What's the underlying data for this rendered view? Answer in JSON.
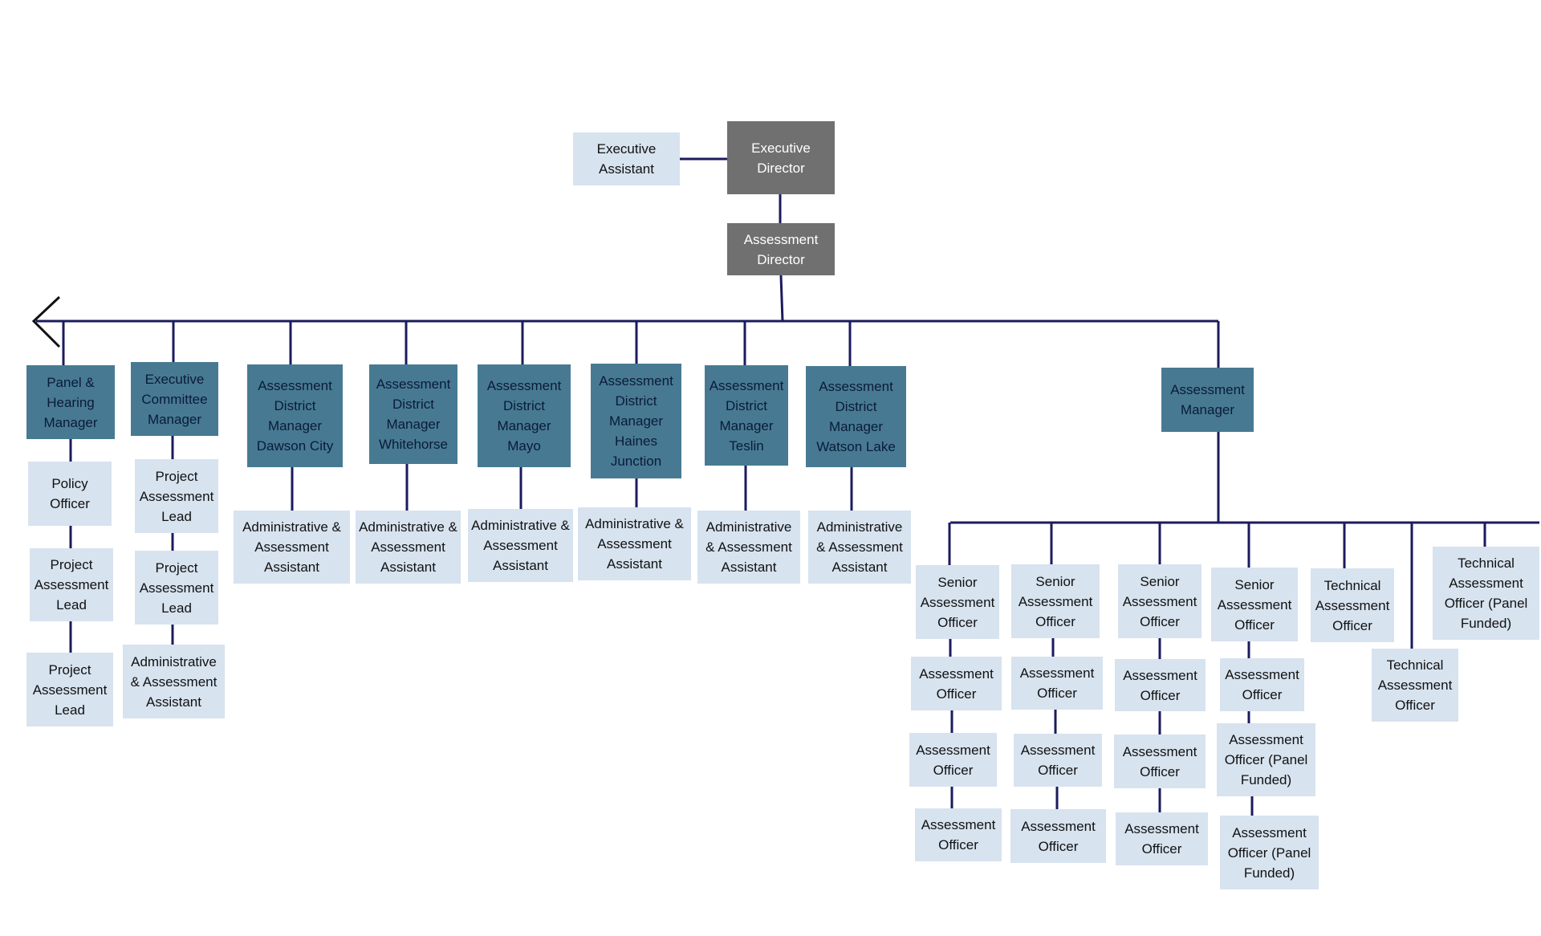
{
  "colors": {
    "line": "#1b1b5e",
    "gray_box": "#707070",
    "teal_box": "#477a92",
    "light_box": "#d7e3ef"
  },
  "icons": {
    "left_arrow": "chevron-left-icon"
  },
  "roles": {
    "executive_director": "Executive Director",
    "executive_assistant": "Executive Assistant",
    "assessment_director": "Assessment Director",
    "panel_hearing_manager": "Panel & Hearing Manager",
    "policy_officer": "Policy Officer",
    "pal_col1_a": "Project Assessment Lead",
    "pal_col1_b": "Project Assessment Lead",
    "executive_committee_manager": "Executive Committee Manager",
    "pal_col2_a": "Project Assessment Lead",
    "pal_col2_b": "Project Assessment Lead",
    "aaa_col2": "Administrative & Assessment Assistant",
    "adm_dawson_city": "Assessment District Manager Dawson City",
    "adm_whitehorse": "Assessment District Manager Whitehorse",
    "adm_mayo": "Assessment District Manager Mayo",
    "adm_haines_junction": "Assessment District Manager Haines Junction",
    "adm_teslin": "Assessment District Manager Teslin",
    "adm_watson_lake": "Assessment District Manager Watson Lake",
    "aaa_dawson_city": "Administrative & Assessment Assistant",
    "aaa_whitehorse": "Administrative & Assessment Assistant",
    "aaa_mayo": "Administrative & Assessment Assistant",
    "aaa_haines_junction": "Administrative & Assessment Assistant",
    "aaa_teslin": "Administrative & Assessment Assistant",
    "aaa_watson_lake": "Administrative & Assessment Assistant",
    "assessment_manager": "Assessment Manager",
    "sao_1": "Senior Assessment Officer",
    "sao_2": "Senior Assessment Officer",
    "sao_3": "Senior Assessment Officer",
    "sao_4": "Senior Assessment Officer",
    "ao_1a": "Assessment Officer",
    "ao_1b": "Assessment Officer",
    "ao_1c": "Assessment Officer",
    "ao_2a": "Assessment Officer",
    "ao_2b": "Assessment Officer",
    "ao_2c": "Assessment Officer",
    "ao_3a": "Assessment Officer",
    "ao_3b": "Assessment Officer",
    "ao_3c": "Assessment Officer",
    "ao_4a": "Assessment Officer",
    "ao_4b": "Assessment Officer (Panel Funded)",
    "ao_4c": "Assessment Officer (Panel Funded)",
    "tao_1": "Technical Assessment Officer",
    "tao_2": "Technical Assessment Officer",
    "tao_3": "Technical Assessment Officer (Panel Funded)"
  }
}
